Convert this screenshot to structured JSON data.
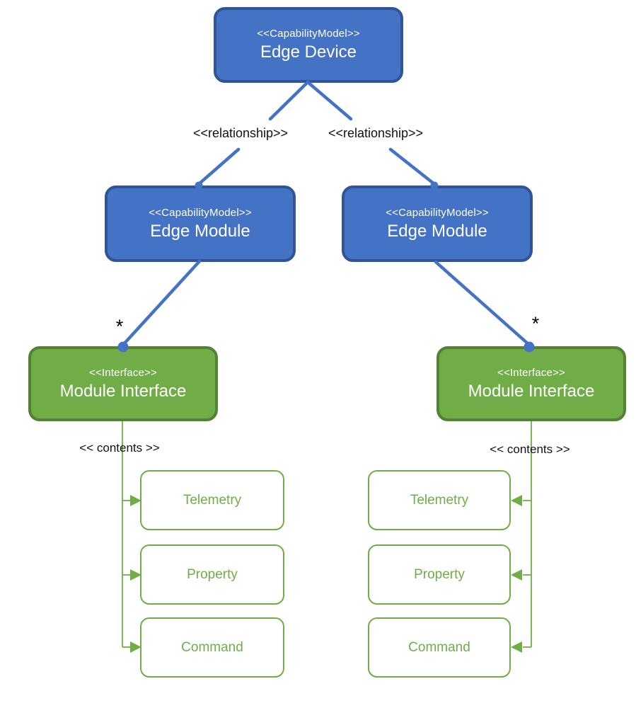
{
  "diagram": {
    "type": "uml-capability-model-hierarchy",
    "colors": {
      "node_blue_fill": "#4472C4",
      "node_blue_border": "#2F5597",
      "node_green_fill": "#70AD47",
      "node_green_border": "#548235",
      "content_accent_green": "#70AD47",
      "connector_blue": "#4472C4",
      "label_text": "#000000",
      "background": "#ffffff"
    },
    "nodes": {
      "edge_device": {
        "stereotype": "<<CapabilityModel>>",
        "name": "Edge Device"
      },
      "edge_module_left": {
        "stereotype": "<<CapabilityModel>>",
        "name": "Edge Module"
      },
      "edge_module_right": {
        "stereotype": "<<CapabilityModel>>",
        "name": "Edge Module"
      },
      "module_interface_left": {
        "stereotype": "<<Interface>>",
        "name": "Module Interface"
      },
      "module_interface_right": {
        "stereotype": "<<Interface>>",
        "name": "Module Interface"
      }
    },
    "edge_labels": {
      "relationship_left": "<<relationship>>",
      "relationship_right": "<<relationship>>",
      "multiplicity_left": "*",
      "multiplicity_right": "*",
      "contents_left": "<< contents >>",
      "contents_right": "<< contents >>"
    },
    "contents_left": [
      "Telemetry",
      "Property",
      "Command"
    ],
    "contents_right": [
      "Telemetry",
      "Property",
      "Command"
    ]
  }
}
